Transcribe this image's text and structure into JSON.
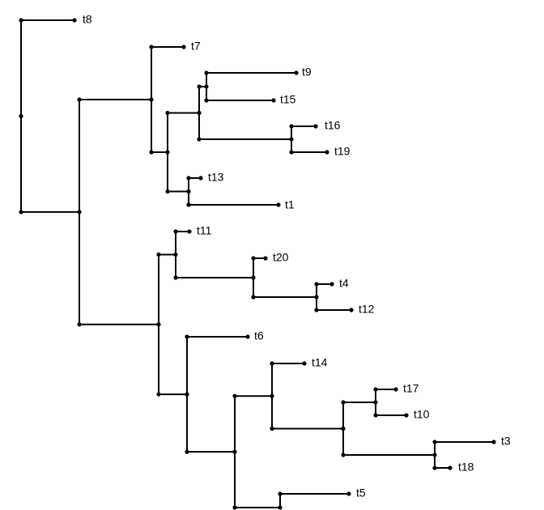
{
  "diagram": {
    "type": "phylogenetic-tree",
    "orientation": "left-to-right",
    "line_color": "#000000",
    "tips": [
      {
        "id": "t8",
        "label": "t8"
      },
      {
        "id": "t7",
        "label": "t7"
      },
      {
        "id": "t9",
        "label": "t9"
      },
      {
        "id": "t15",
        "label": "t15"
      },
      {
        "id": "t16",
        "label": "t16"
      },
      {
        "id": "t19",
        "label": "t19"
      },
      {
        "id": "t13",
        "label": "t13"
      },
      {
        "id": "t1",
        "label": "t1"
      },
      {
        "id": "t11",
        "label": "t11"
      },
      {
        "id": "t20",
        "label": "t20"
      },
      {
        "id": "t4",
        "label": "t4"
      },
      {
        "id": "t12",
        "label": "t12"
      },
      {
        "id": "t6",
        "label": "t6"
      },
      {
        "id": "t14",
        "label": "t14"
      },
      {
        "id": "t17",
        "label": "t17"
      },
      {
        "id": "t10",
        "label": "t10"
      },
      {
        "id": "t3",
        "label": "t3"
      },
      {
        "id": "t18",
        "label": "t18"
      },
      {
        "id": "t5",
        "label": "t5"
      }
    ]
  }
}
